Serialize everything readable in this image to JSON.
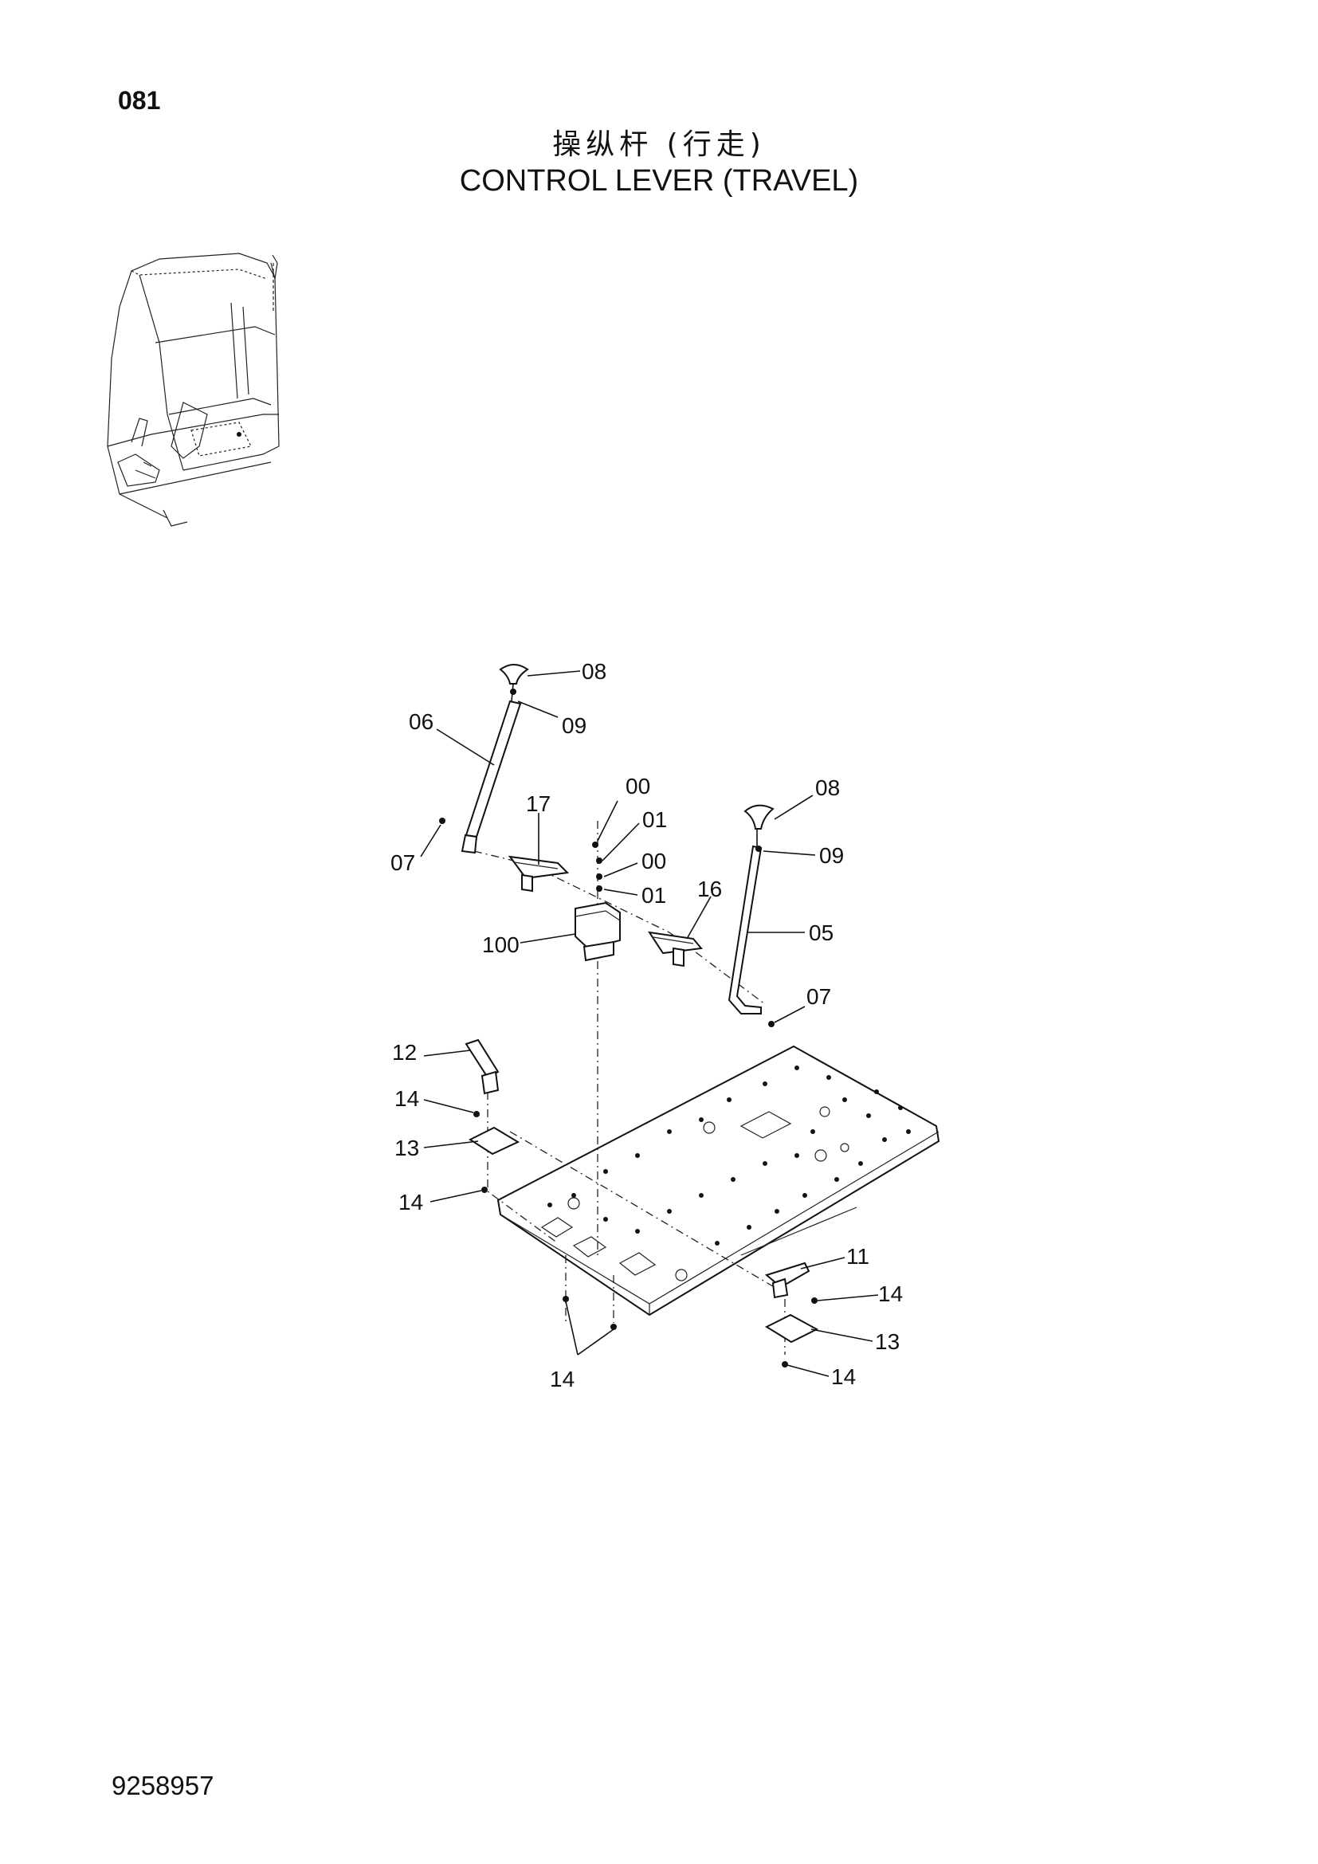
{
  "header": {
    "page_number": "081",
    "title_cn": "操纵杆 (行走)",
    "title_en": "CONTROL LEVER (TRAVEL)"
  },
  "footer": {
    "document_number": "9258957"
  },
  "diagram": {
    "callouts": {
      "c08a": "08",
      "c09a": "09",
      "c06": "06",
      "c07a": "07",
      "c17": "17",
      "c00a": "00",
      "c01a": "01",
      "c00b": "00",
      "c01b": "01",
      "c16": "16",
      "c100": "100",
      "c08b": "08",
      "c09b": "09",
      "c05": "05",
      "c07b": "07",
      "c12": "12",
      "c14a": "14",
      "c13a": "13",
      "c14b": "14",
      "c14c": "14",
      "c11": "11",
      "c14d": "14",
      "c13b": "13",
      "c14e": "14"
    }
  }
}
